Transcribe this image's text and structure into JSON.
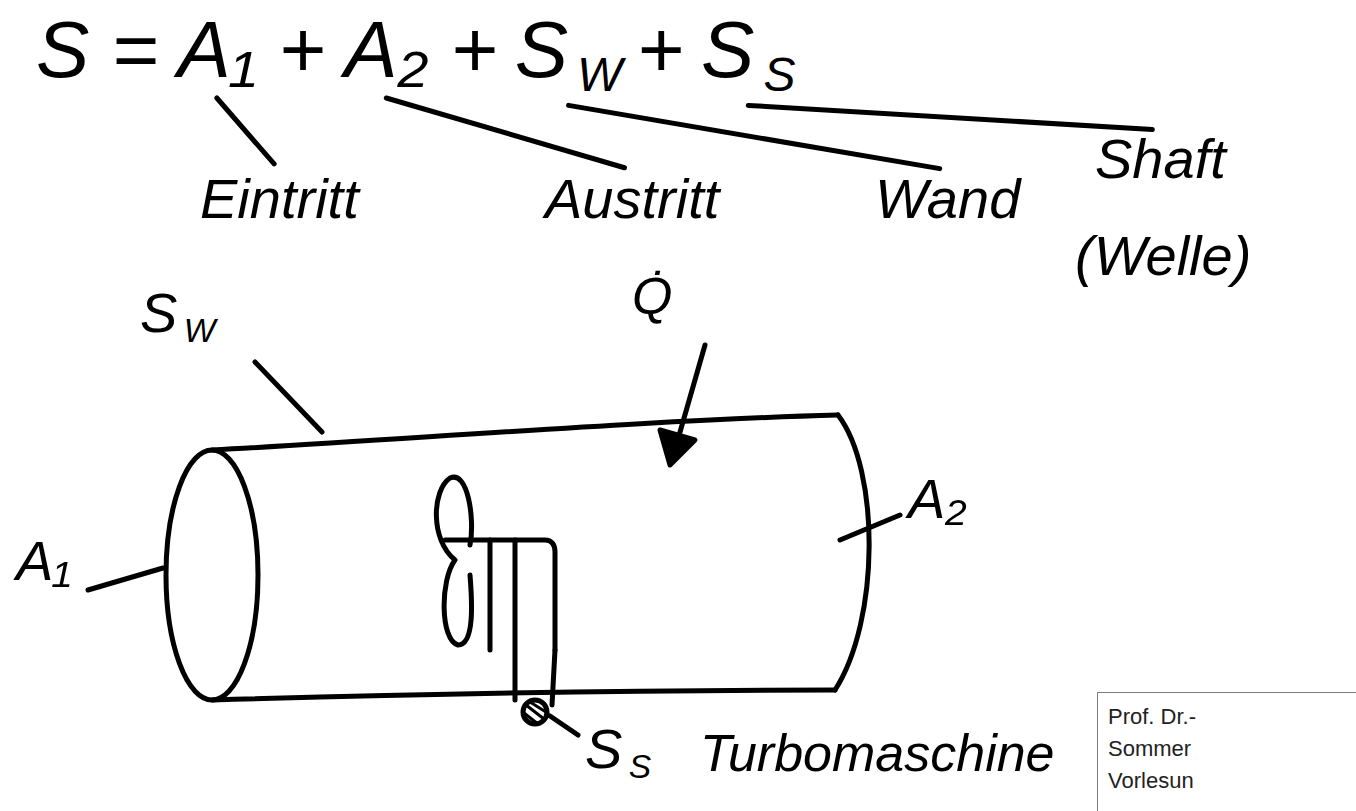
{
  "diagram": {
    "nodes": [
      {
        "text": [
          "Prof. Dr.- Sommer Vorlesun"
        ]
      }
    ],
    "labels": [
      "S = A₁ + A₂ +",
      "S",
      "W",
      "+",
      "S",
      "S",
      "Eintritt",
      "Austritt",
      "Wand",
      "Shaft",
      "(Welle)",
      "S",
      "W",
      "Q̇",
      "A₂",
      "A₁",
      "S",
      "S",
      "Turbomaschine"
    ]
  }
}
